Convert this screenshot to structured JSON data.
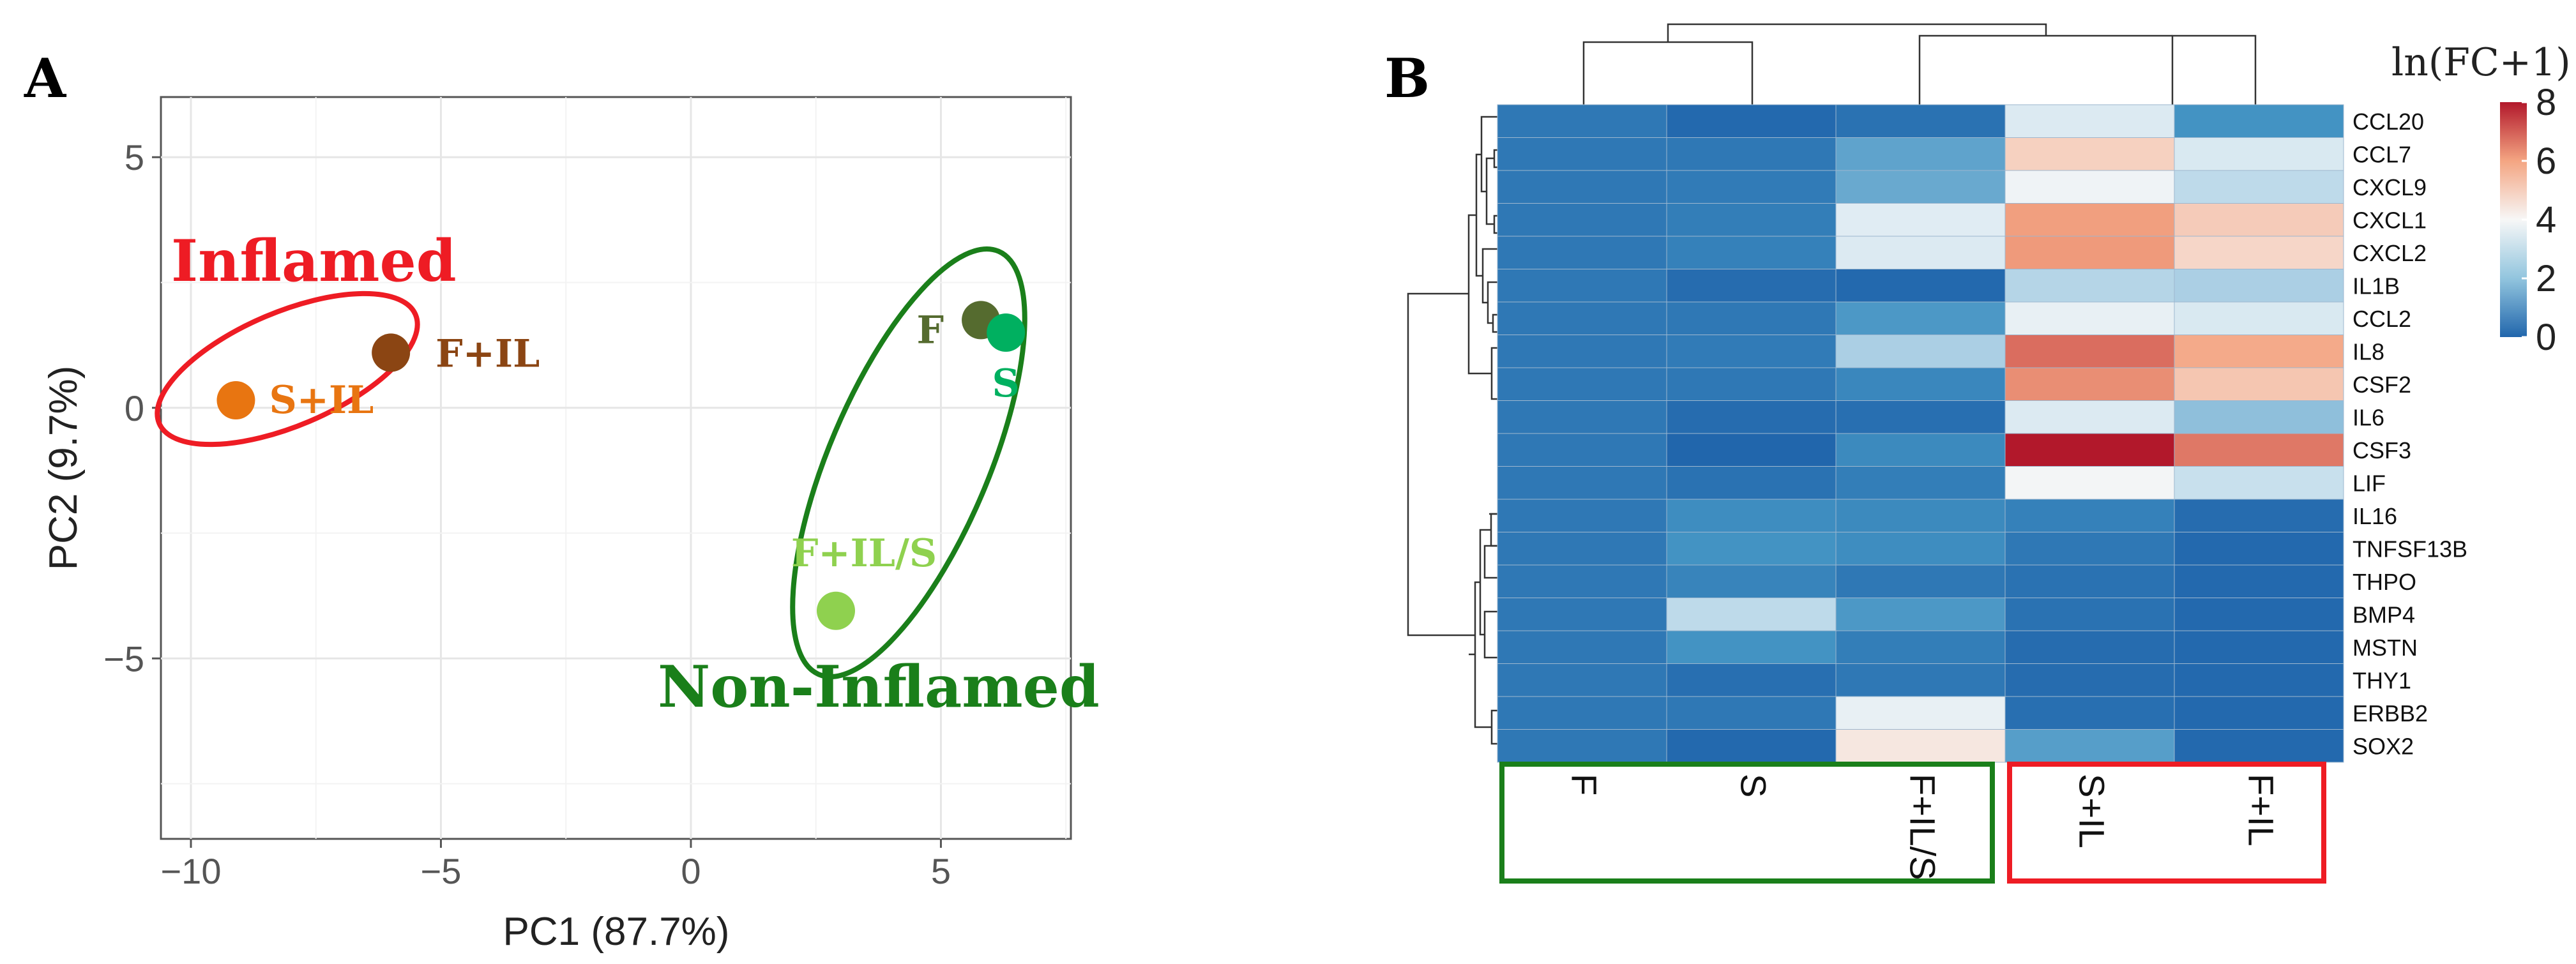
{
  "panel_a": {
    "panel_label": "A",
    "group_labels": {
      "inflamed": "Inflamed",
      "non_inflamed": "Non-Inflamed"
    }
  },
  "panel_b": {
    "panel_label": "B",
    "legend_title": "ln(FC+1)"
  },
  "colors": {
    "inflamed": "#ee1c24",
    "non_inflamed": "#1a7f1a",
    "heat_low": "#2166ac",
    "heat_mid": "#f7f7f7",
    "heat_high": "#b2182b"
  },
  "chart_data": [
    {
      "type": "scatter",
      "title": "",
      "xlabel": "PC1 (87.7%)",
      "ylabel": "PC2 (9.7%)",
      "xlim": [
        -10.6,
        7.6
      ],
      "ylim": [
        -8.6,
        6.2
      ],
      "xticks": [
        -10,
        -5,
        0,
        5
      ],
      "yticks": [
        5,
        0,
        -5
      ],
      "xtick_labels": [
        "−10",
        "−5",
        "0",
        "5"
      ],
      "ytick_labels": [
        "5",
        "0",
        "−5"
      ],
      "grid": true,
      "points": [
        {
          "label": "S+IL",
          "x": -9.1,
          "y": 0.15,
          "color": "#e87511"
        },
        {
          "label": "F+IL",
          "x": -6.0,
          "y": 1.1,
          "color": "#8b4513"
        },
        {
          "label": "F",
          "x": 5.8,
          "y": 1.75,
          "color": "#556b2f"
        },
        {
          "label": "S",
          "x": 6.3,
          "y": 1.5,
          "color": "#00b060"
        },
        {
          "label": "F+IL/S",
          "x": 2.9,
          "y": -4.05,
          "color": "#8fd14f"
        }
      ]
    },
    {
      "type": "heatmap",
      "title": "",
      "columns": [
        "F",
        "S",
        "F+IL/S",
        "S+IL",
        "F+IL"
      ],
      "rows": [
        "CCL20",
        "CCL7",
        "CXCL9",
        "CXCL1",
        "CXCL2",
        "IL1B",
        "CCL2",
        "IL8",
        "CSF2",
        "IL6",
        "CSF3",
        "LIF",
        "IL16",
        "TNFSF13B",
        "THPO",
        "BMP4",
        "MSTN",
        "THY1",
        "ERBB2",
        "SOX2"
      ],
      "values": [
        [
          0.6,
          0.1,
          0.4,
          3.3,
          1.5
        ],
        [
          0.6,
          0.6,
          1.8,
          4.7,
          3.2
        ],
        [
          0.6,
          0.7,
          1.9,
          3.8,
          2.8
        ],
        [
          0.6,
          0.8,
          3.4,
          5.6,
          4.8
        ],
        [
          0.6,
          0.9,
          3.3,
          5.7,
          4.6
        ],
        [
          0.6,
          0.2,
          0.1,
          2.7,
          2.6
        ],
        [
          0.6,
          0.6,
          1.6,
          3.6,
          3.2
        ],
        [
          0.6,
          0.7,
          2.6,
          6.5,
          5.4
        ],
        [
          0.6,
          0.6,
          1.1,
          5.9,
          4.9
        ],
        [
          0.6,
          0.2,
          0.3,
          3.3,
          2.3
        ],
        [
          0.6,
          -0.1,
          1.2,
          8.0,
          6.3
        ],
        [
          0.6,
          0.4,
          0.8,
          3.9,
          2.9
        ],
        [
          0.6,
          1.3,
          1.2,
          0.9,
          0.2
        ],
        [
          0.6,
          1.5,
          1.3,
          0.6,
          0.1
        ],
        [
          0.6,
          1.0,
          0.6,
          0.4,
          0.1
        ],
        [
          0.6,
          2.8,
          1.6,
          0.4,
          0.1
        ],
        [
          0.6,
          1.5,
          0.8,
          0.2,
          0.1
        ],
        [
          0.6,
          0.3,
          0.6,
          0.2,
          0.1
        ],
        [
          0.6,
          0.6,
          3.6,
          0.3,
          0.1
        ],
        [
          0.6,
          0.1,
          4.3,
          1.7,
          0.1
        ]
      ],
      "colorbar": {
        "min": 0,
        "max": 8,
        "ticks": [
          8,
          6,
          4,
          2,
          0
        ]
      },
      "column_groups": [
        {
          "columns": [
            "F",
            "S",
            "F+IL/S"
          ],
          "color": "#1a7f1a"
        },
        {
          "columns": [
            "S+IL",
            "F+IL"
          ],
          "color": "#ee1c24"
        }
      ]
    }
  ]
}
